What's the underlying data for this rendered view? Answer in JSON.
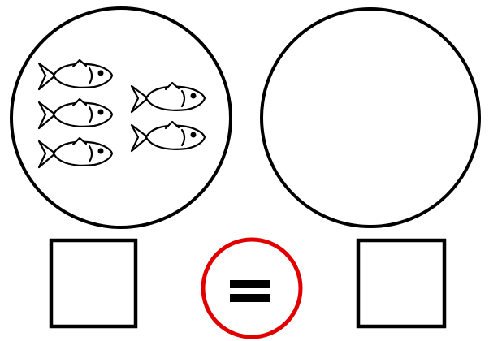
{
  "worksheet": {
    "left_group": {
      "item_icon": "fish-icon",
      "item_count": 5,
      "column_counts": [
        3,
        2
      ]
    },
    "right_group": {
      "item_count": 0
    },
    "left_answer_box": {
      "value": ""
    },
    "right_answer_box": {
      "value": ""
    },
    "comparison_sign": {
      "symbol": "=",
      "ring_color": "#e00000",
      "sign_color": "#000000"
    }
  }
}
